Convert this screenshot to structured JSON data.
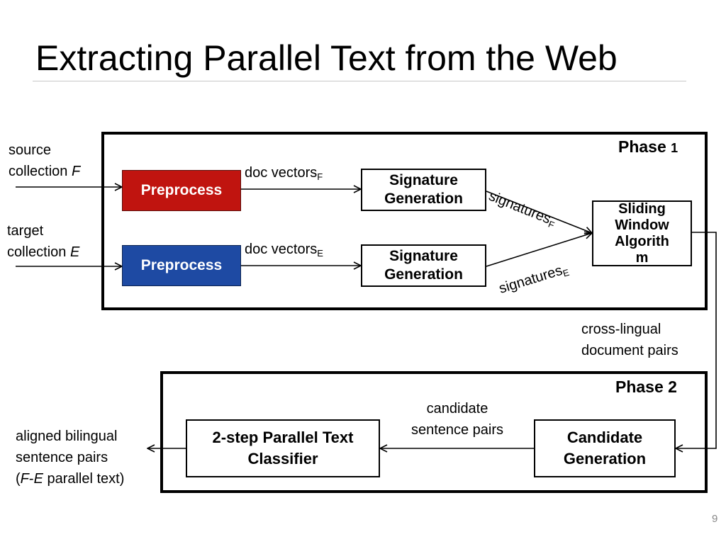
{
  "title": "Extracting Parallel Text from the Web",
  "page_number": "9",
  "phase1": {
    "label": "Phase",
    "number": "1"
  },
  "phase2": {
    "label": "Phase 2"
  },
  "inputs": {
    "source": {
      "line1": "source",
      "line2": "collection",
      "var": "F"
    },
    "target": {
      "line1": "target",
      "line2": "collection",
      "var": "E"
    }
  },
  "boxes": {
    "preprocess_f": "Preprocess",
    "preprocess_e": "Preprocess",
    "siggen_f": {
      "line1": "Signature",
      "line2": "Generation"
    },
    "siggen_e": {
      "line1": "Signature",
      "line2": "Generation"
    },
    "sliding": {
      "line1": "Sliding",
      "line2": "Window",
      "line3": "Algorith",
      "line4": "m"
    },
    "candgen": {
      "line1": "Candidate",
      "line2": "Generation"
    },
    "classifier": {
      "line1": "2-step Parallel Text",
      "line2": "Classifier"
    }
  },
  "edges": {
    "docvec_f": {
      "text": "doc vectors",
      "sub": "F"
    },
    "docvec_e": {
      "text": "doc vectors",
      "sub": "E"
    },
    "sig_f": {
      "text": "signatures",
      "sub": "F"
    },
    "sig_e": {
      "text": "signatures",
      "sub": "E"
    },
    "crossling": {
      "line1": "cross-lingual",
      "line2": "document pairs"
    },
    "candpairs": {
      "line1": "candidate",
      "line2": "sentence pairs"
    }
  },
  "output": {
    "line1": "aligned bilingual",
    "line2": "sentence pairs",
    "line3_open": "(",
    "line3_f": "F",
    "line3_dash": "-",
    "line3_e": "E",
    "line3_rest": " parallel text)"
  },
  "colors": {
    "preprocess_f": "#c0140f",
    "preprocess_e": "#1e4aa3"
  }
}
